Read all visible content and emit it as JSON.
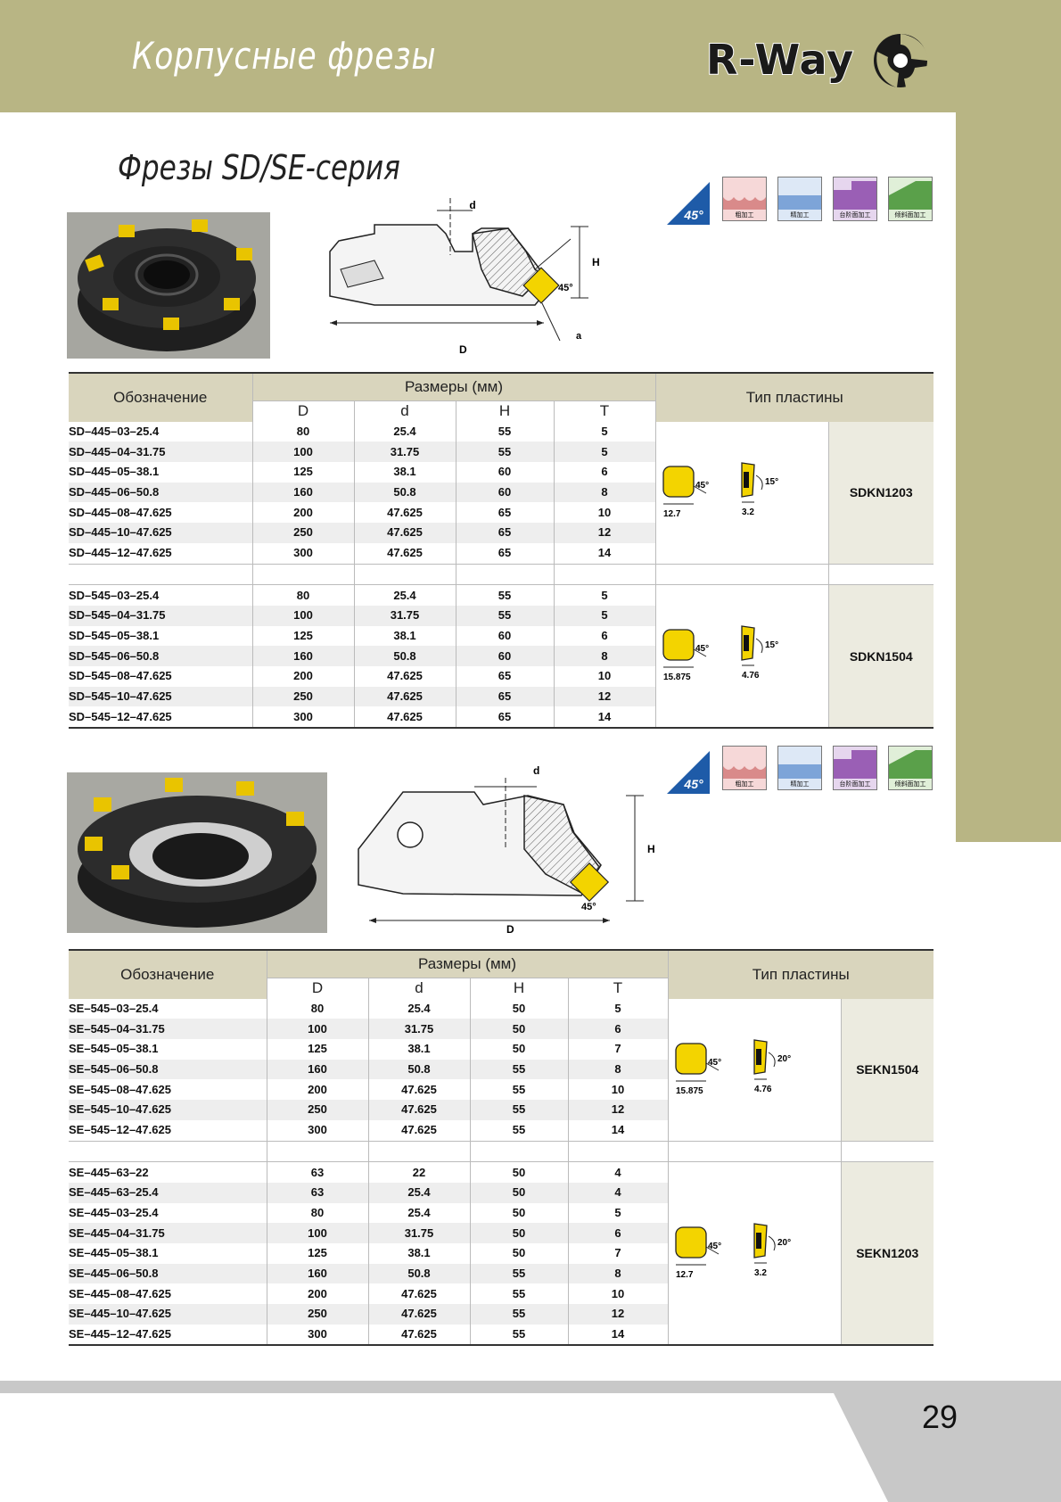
{
  "header": {
    "title": "Корпусные фрезы",
    "logo_text": "R-Way"
  },
  "section": {
    "title": "Фрезы SD/SE-серия"
  },
  "colors": {
    "header_bg": "#b8b584",
    "table_header_bg": "#d9d5bd",
    "insert_cell_bg": "#ecebe0",
    "insert_yellow": "#f3d400"
  },
  "badges": {
    "angle": "45°",
    "modes": [
      "粗加工",
      "精加工",
      "台阶面加工",
      "倾斜面加工"
    ]
  },
  "drawing1": {
    "d": "d",
    "H": "H",
    "angle": "45°",
    "D": "D",
    "a": "a"
  },
  "drawing2": {
    "d": "d",
    "H": "H",
    "angle": "45°",
    "D": "D"
  },
  "table_sd": {
    "h_designation": "Обозначение",
    "h_dims": "Размеры (мм)",
    "h_insert": "Тип пластины",
    "h_D": "D",
    "h_d": "d",
    "h_H": "H",
    "h_T": "T",
    "group1": {
      "insert": "SDKN1203",
      "dims": {
        "angle": "45°",
        "width": "12.7",
        "thick": "3.2",
        "clearance": "15°"
      },
      "rows": [
        [
          "SD–445–03–25.4",
          "80",
          "25.4",
          "55",
          "5"
        ],
        [
          "SD–445–04–31.75",
          "100",
          "31.75",
          "55",
          "5"
        ],
        [
          "SD–445–05–38.1",
          "125",
          "38.1",
          "60",
          "6"
        ],
        [
          "SD–445–06–50.8",
          "160",
          "50.8",
          "60",
          "8"
        ],
        [
          "SD–445–08–47.625",
          "200",
          "47.625",
          "65",
          "10"
        ],
        [
          "SD–445–10–47.625",
          "250",
          "47.625",
          "65",
          "12"
        ],
        [
          "SD–445–12–47.625",
          "300",
          "47.625",
          "65",
          "14"
        ]
      ]
    },
    "group2": {
      "insert": "SDKN1504",
      "dims": {
        "angle": "45°",
        "width": "15.875",
        "thick": "4.76",
        "clearance": "15°"
      },
      "rows": [
        [
          "SD–545–03–25.4",
          "80",
          "25.4",
          "55",
          "5"
        ],
        [
          "SD–545–04–31.75",
          "100",
          "31.75",
          "55",
          "5"
        ],
        [
          "SD–545–05–38.1",
          "125",
          "38.1",
          "60",
          "6"
        ],
        [
          "SD–545–06–50.8",
          "160",
          "50.8",
          "60",
          "8"
        ],
        [
          "SD–545–08–47.625",
          "200",
          "47.625",
          "65",
          "10"
        ],
        [
          "SD–545–10–47.625",
          "250",
          "47.625",
          "65",
          "12"
        ],
        [
          "SD–545–12–47.625",
          "300",
          "47.625",
          "65",
          "14"
        ]
      ]
    }
  },
  "table_se": {
    "h_designation": "Обозначение",
    "h_dims": "Размеры (мм)",
    "h_insert": "Тип пластины",
    "h_D": "D",
    "h_d": "d",
    "h_H": "H",
    "h_T": "T",
    "group1": {
      "insert": "SEKN1504",
      "dims": {
        "angle": "45°",
        "width": "15.875",
        "thick": "4.76",
        "clearance": "20°"
      },
      "rows": [
        [
          "SE–545–03–25.4",
          "80",
          "25.4",
          "50",
          "5"
        ],
        [
          "SE–545–04–31.75",
          "100",
          "31.75",
          "50",
          "6"
        ],
        [
          "SE–545–05–38.1",
          "125",
          "38.1",
          "50",
          "7"
        ],
        [
          "SE–545–06–50.8",
          "160",
          "50.8",
          "55",
          "8"
        ],
        [
          "SE–545–08–47.625",
          "200",
          "47.625",
          "55",
          "10"
        ],
        [
          "SE–545–10–47.625",
          "250",
          "47.625",
          "55",
          "12"
        ],
        [
          "SE–545–12–47.625",
          "300",
          "47.625",
          "55",
          "14"
        ]
      ]
    },
    "group2": {
      "insert": "SEKN1203",
      "dims": {
        "angle": "45°",
        "width": "12.7",
        "thick": "3.2",
        "clearance": "20°"
      },
      "rows": [
        [
          "SE–445–63–22",
          "63",
          "22",
          "50",
          "4"
        ],
        [
          "SE–445–63–25.4",
          "63",
          "25.4",
          "50",
          "4"
        ],
        [
          "SE–445–03–25.4",
          "80",
          "25.4",
          "50",
          "5"
        ],
        [
          "SE–445–04–31.75",
          "100",
          "31.75",
          "50",
          "6"
        ],
        [
          "SE–445–05–38.1",
          "125",
          "38.1",
          "50",
          "7"
        ],
        [
          "SE–445–06–50.8",
          "160",
          "50.8",
          "55",
          "8"
        ],
        [
          "SE–445–08–47.625",
          "200",
          "47.625",
          "55",
          "10"
        ],
        [
          "SE–445–10–47.625",
          "250",
          "47.625",
          "55",
          "12"
        ],
        [
          "SE–445–12–47.625",
          "300",
          "47.625",
          "55",
          "14"
        ]
      ]
    }
  },
  "footer": {
    "page_number": "29"
  }
}
